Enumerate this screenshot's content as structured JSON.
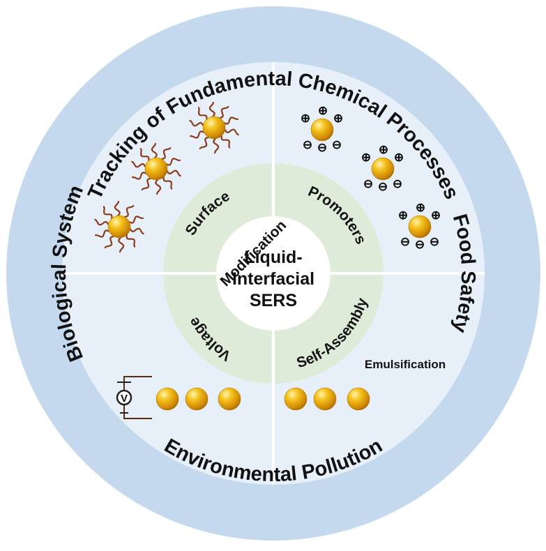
{
  "title": {
    "line1": "Liquid-",
    "line2": "Interfacial",
    "line3": "SERS"
  },
  "applications": {
    "top": "Tracking of Fundamental Chemical Processes",
    "right": "Food Safety",
    "bottom": "Environmental Pollution",
    "left": "Biological System"
  },
  "strategies": {
    "surface_modification": {
      "line1": "Surface",
      "line2": "Modification"
    },
    "promoters": "Promoters",
    "voltage": "Voltage",
    "self_assembly": "Self-Assembly"
  },
  "annotations": {
    "emulsification": "Emulsification",
    "voltmeter_symbol": "V"
  },
  "charges": {
    "positive": "⊕",
    "negative": "⊖"
  },
  "colors": {
    "outer_ring": "#c4d9ee",
    "quadrant_fill": "#e7eff8",
    "inner_ring": "#deebd9",
    "center_fill": "#ffffff",
    "divider": "#ffffff",
    "ligand": "#8b3a1a",
    "gold": "#e9a80f",
    "charge_positive": "#8b3a1a",
    "charge_negative": "#444444"
  },
  "icons": [
    "functionalized-nanoparticle-icon",
    "charged-nanoparticle-icon",
    "gold-nanoparticle-icon",
    "voltmeter-icon"
  ]
}
